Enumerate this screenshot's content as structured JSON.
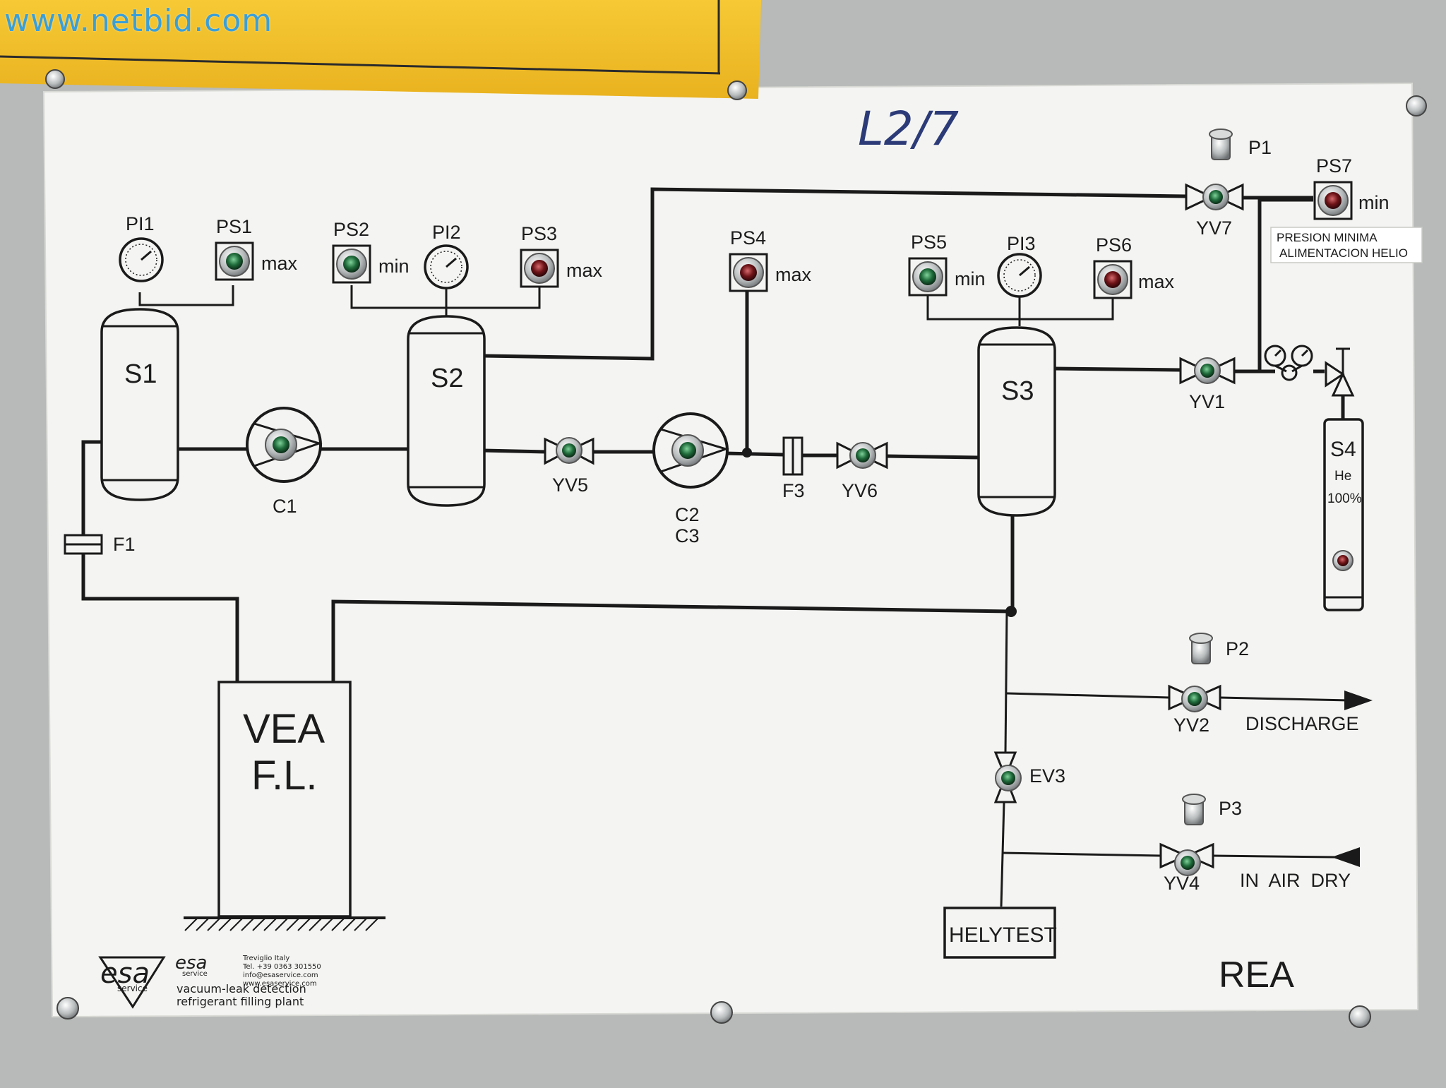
{
  "watermark": "www.netbid.com",
  "handwritten_note": "L2/7",
  "tanks": {
    "s1": "S1",
    "s2": "S2",
    "s3": "S3",
    "s4": "S4"
  },
  "s4_gas": "He",
  "s4_concentration": "100%",
  "gauges": {
    "pi1": "PI1",
    "pi2": "PI2",
    "pi3": "PI3"
  },
  "pressure_switches": {
    "ps1": {
      "label": "PS1",
      "limit": "max"
    },
    "ps2": {
      "label": "PS2",
      "limit": "min"
    },
    "ps3": {
      "label": "PS3",
      "limit": "max"
    },
    "ps4": {
      "label": "PS4",
      "limit": "max"
    },
    "ps5": {
      "label": "PS5",
      "limit": "min"
    },
    "ps6": {
      "label": "PS6",
      "limit": "max"
    },
    "ps7": {
      "label": "PS7",
      "limit": "min"
    }
  },
  "compressors": {
    "c1": "C1",
    "c2": "C2",
    "c3": "C3"
  },
  "valves": {
    "yv1": "YV1",
    "yv2": "YV2",
    "yv4": "YV4",
    "yv5": "YV5",
    "yv6": "YV6",
    "yv7": "YV7",
    "ev3": "EV3"
  },
  "filters": {
    "f1": "F1",
    "f3": "F3"
  },
  "ports": {
    "p1": "P1",
    "p2": "P2",
    "p3": "P3"
  },
  "helium_note": {
    "line1": "PRESION MINIMA",
    "line2": "ALIMENTACION HELIO"
  },
  "vea": {
    "line1": "VEA",
    "line2": "F.L."
  },
  "helytest": "HELYTEST",
  "discharge": "DISCHARGE",
  "in_air_dry": "IN  AIR  DRY",
  "rea": "REA",
  "logo": {
    "brand": "esa",
    "brand_sub": "service",
    "city": "Treviglio Italy",
    "tel": "Tel. +39 0363 301550",
    "email": "info@esaservice.com",
    "web": "www.esaservice.com",
    "tagline1": "vacuum-leak detection",
    "tagline2": "refrigerant filling plant"
  },
  "colors": {
    "background": "#b7bab8",
    "panel": "#f4f5f2",
    "line": "#1a1a1a",
    "tape": "#f2c12e",
    "led_green": "#1f6b3a",
    "led_red": "#6e1418",
    "watermark": "#3a9fd8",
    "handwriting": "#2c3b78"
  }
}
